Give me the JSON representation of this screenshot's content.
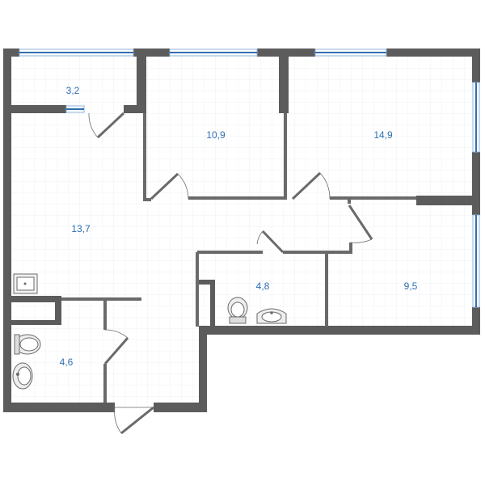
{
  "plan": {
    "colors": {
      "wall": "#5c5c5c",
      "window": "#8fb3d9",
      "window_line": "#2e6fb3",
      "grid": "#eef2f6",
      "thin_wall": "#6a6a6a",
      "label": "#2e6fb3"
    },
    "rooms": [
      {
        "id": "balcony",
        "area": "3,2"
      },
      {
        "id": "bedroom-1",
        "area": "10,9"
      },
      {
        "id": "bedroom-2",
        "area": "14,9"
      },
      {
        "id": "hall",
        "area": "13,7"
      },
      {
        "id": "bathroom",
        "area": "4,8"
      },
      {
        "id": "kitchen",
        "area": "9,5"
      },
      {
        "id": "toilet",
        "area": "4,6"
      }
    ]
  }
}
